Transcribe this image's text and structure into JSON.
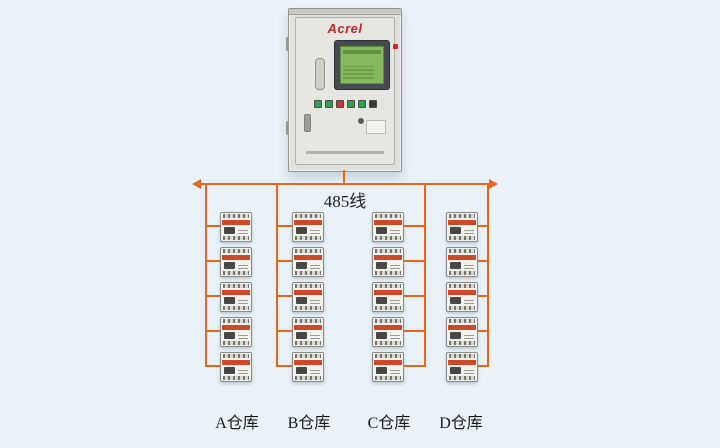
{
  "brand": {
    "logo": "Acrel"
  },
  "bus": {
    "label": "485线"
  },
  "diagram": {
    "columns": [
      {
        "label": "A仓库",
        "devices": 5
      },
      {
        "label": "B仓库",
        "devices": 5
      },
      {
        "label": "C仓库",
        "devices": 5
      },
      {
        "label": "D仓库",
        "devices": 5
      }
    ],
    "device_icon": "din-rail-meter-module"
  },
  "colors": {
    "background": "#e9f2f8",
    "bus_line": "#e8671c",
    "device_band": "#d0482a",
    "logo_red": "#c3242b",
    "screen_green": "#86b95e"
  }
}
